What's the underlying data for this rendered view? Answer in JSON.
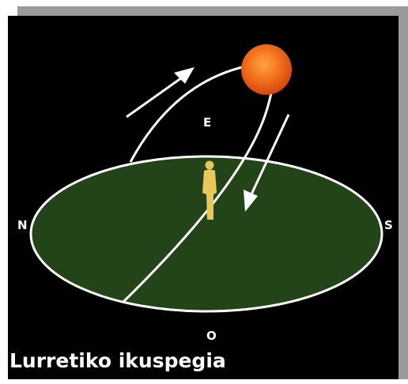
{
  "compass": {
    "north": "N",
    "east": "E",
    "south": "S",
    "west": "O"
  },
  "caption": "Lurretiko ikuspegia",
  "colors": {
    "background": "#000000",
    "frame_shadow": "#9a9a9a",
    "ground": "#224418",
    "ground_edge": "#ffffff",
    "sun": "#f06a1a",
    "sun_highlight": "#ff9a3a",
    "person": "#e8c85a",
    "path": "#ffffff"
  },
  "icons": {
    "sun": "sun-icon",
    "observer": "person-icon",
    "direction": "arrow-icon"
  }
}
